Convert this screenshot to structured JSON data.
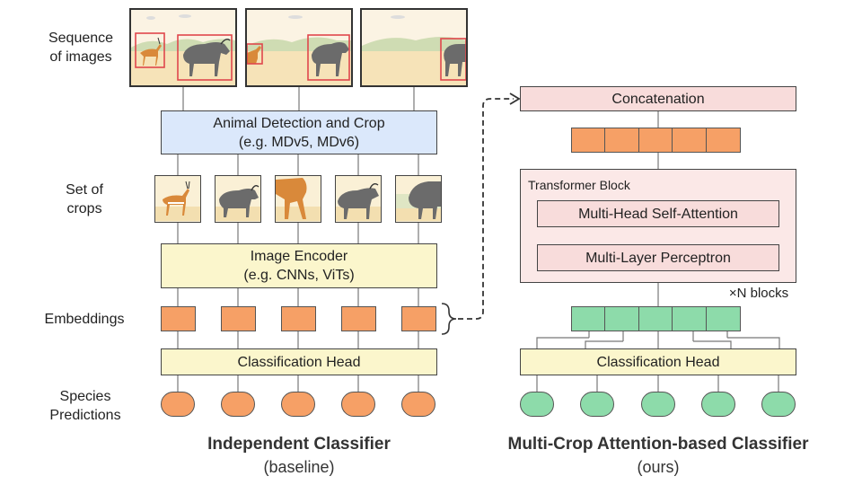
{
  "colors": {
    "detect_fill": "#dbe8fb",
    "encoder_fill": "#fbf6cc",
    "embedding_fill": "#f6a066",
    "attn_embedding_fill": "#8ddbaa",
    "transformer_fill": "#fbe8e7",
    "inner_fill": "#f8dcdb",
    "bbox_color": "#e0474c"
  },
  "left": {
    "row_labels": {
      "images": "Sequence\nof images",
      "crops": "Set of\ncrops",
      "embeddings": "Embeddings",
      "predictions": "Species\nPredictions"
    },
    "detect_box": "Animal Detection and Crop\n(e.g. MDv5, MDv6)",
    "encoder_box": "Image Encoder\n(e.g. CNNs, ViTs)",
    "classifier_head": "Classification Head",
    "title": "Independent Classifier",
    "subtitle": "(baseline)"
  },
  "right": {
    "concat_box": "Concatenation",
    "transformer_label": "Transformer Block",
    "attention_box": "Multi-Head Self-Attention",
    "mlp_box": "Multi-Layer Perceptron",
    "repeat_label": "×N blocks",
    "classifier_head": "Classification Head",
    "title": "Multi-Crop Attention-based Classifier",
    "subtitle": "(ours)"
  },
  "images": [
    {
      "animals": [
        "gazelle-icon",
        "wildebeest-icon"
      ],
      "detections": 2
    },
    {
      "animals": [
        "gazelle-icon",
        "wildebeest-icon"
      ],
      "detections": 2
    },
    {
      "animals": [
        "wildebeest-icon"
      ],
      "detections": 1
    }
  ],
  "crops": [
    "gazelle-icon",
    "wildebeest-icon",
    "gazelle-icon",
    "wildebeest-icon",
    "wildebeest-icon"
  ]
}
